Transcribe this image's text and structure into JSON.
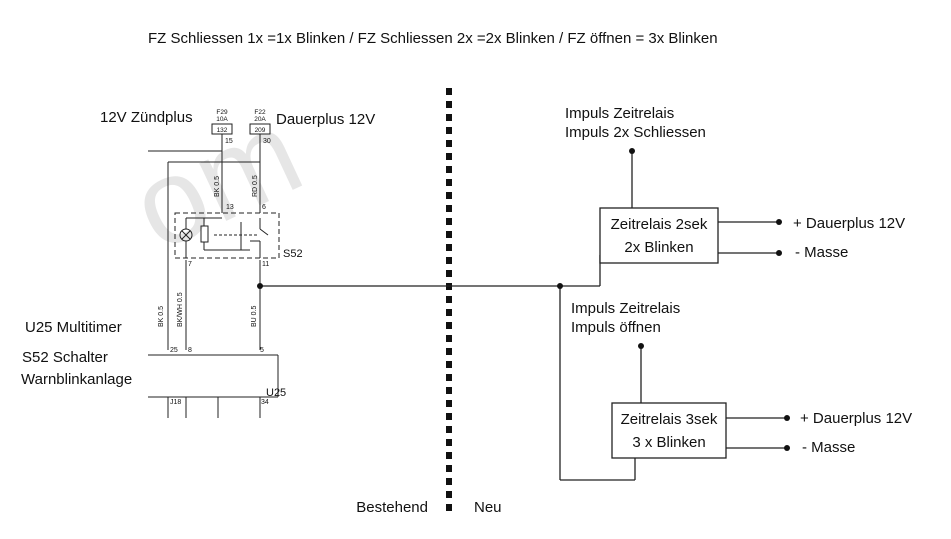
{
  "header": {
    "caption": "FZ Schliessen 1x =1x Blinken / FZ Schliessen 2x =2x Blinken / FZ öffnen = 3x Blinken"
  },
  "left": {
    "zuendplus": "12V  Zündplus",
    "dauerplus": "Dauerplus  12V",
    "fuse_a": {
      "name": "F29",
      "rating": "10A",
      "code": "132"
    },
    "fuse_b": {
      "name": "F22",
      "rating": "20A",
      "code": "209"
    },
    "terminals": [
      "15",
      "30",
      "13",
      "6",
      "7",
      "11",
      "25",
      "8",
      "5",
      "J18",
      "34"
    ],
    "wires": [
      "BK 0.5",
      "RD 0.5",
      "BK 0.5",
      "BK/WH 0.5",
      "BU 0.5"
    ],
    "s52_tag": "S52",
    "u25_tag": "U25",
    "u25_line1": "U25 Multitimer",
    "u25_line2": "S52 Schalter",
    "u25_line3": "Warnblinkanlage",
    "watermark": "om"
  },
  "divider": {
    "left": "Bestehend",
    "right": "Neu"
  },
  "relay1": {
    "impulse_line1": "Impuls Zeitrelais",
    "impulse_line2": "Impuls 2x Schliessen",
    "box_line1": "Zeitrelais 2sek",
    "box_line2": "2x Blinken",
    "plus": "+ Dauerplus 12V",
    "ground": "- Masse"
  },
  "relay2": {
    "impulse_line1": "Impuls Zeitrelais",
    "impulse_line2": "Impuls  öffnen",
    "box_line1": "Zeitrelais 3sek",
    "box_line2": "3 x Blinken",
    "plus": "+ Dauerplus 12V",
    "ground": "- Masse"
  }
}
